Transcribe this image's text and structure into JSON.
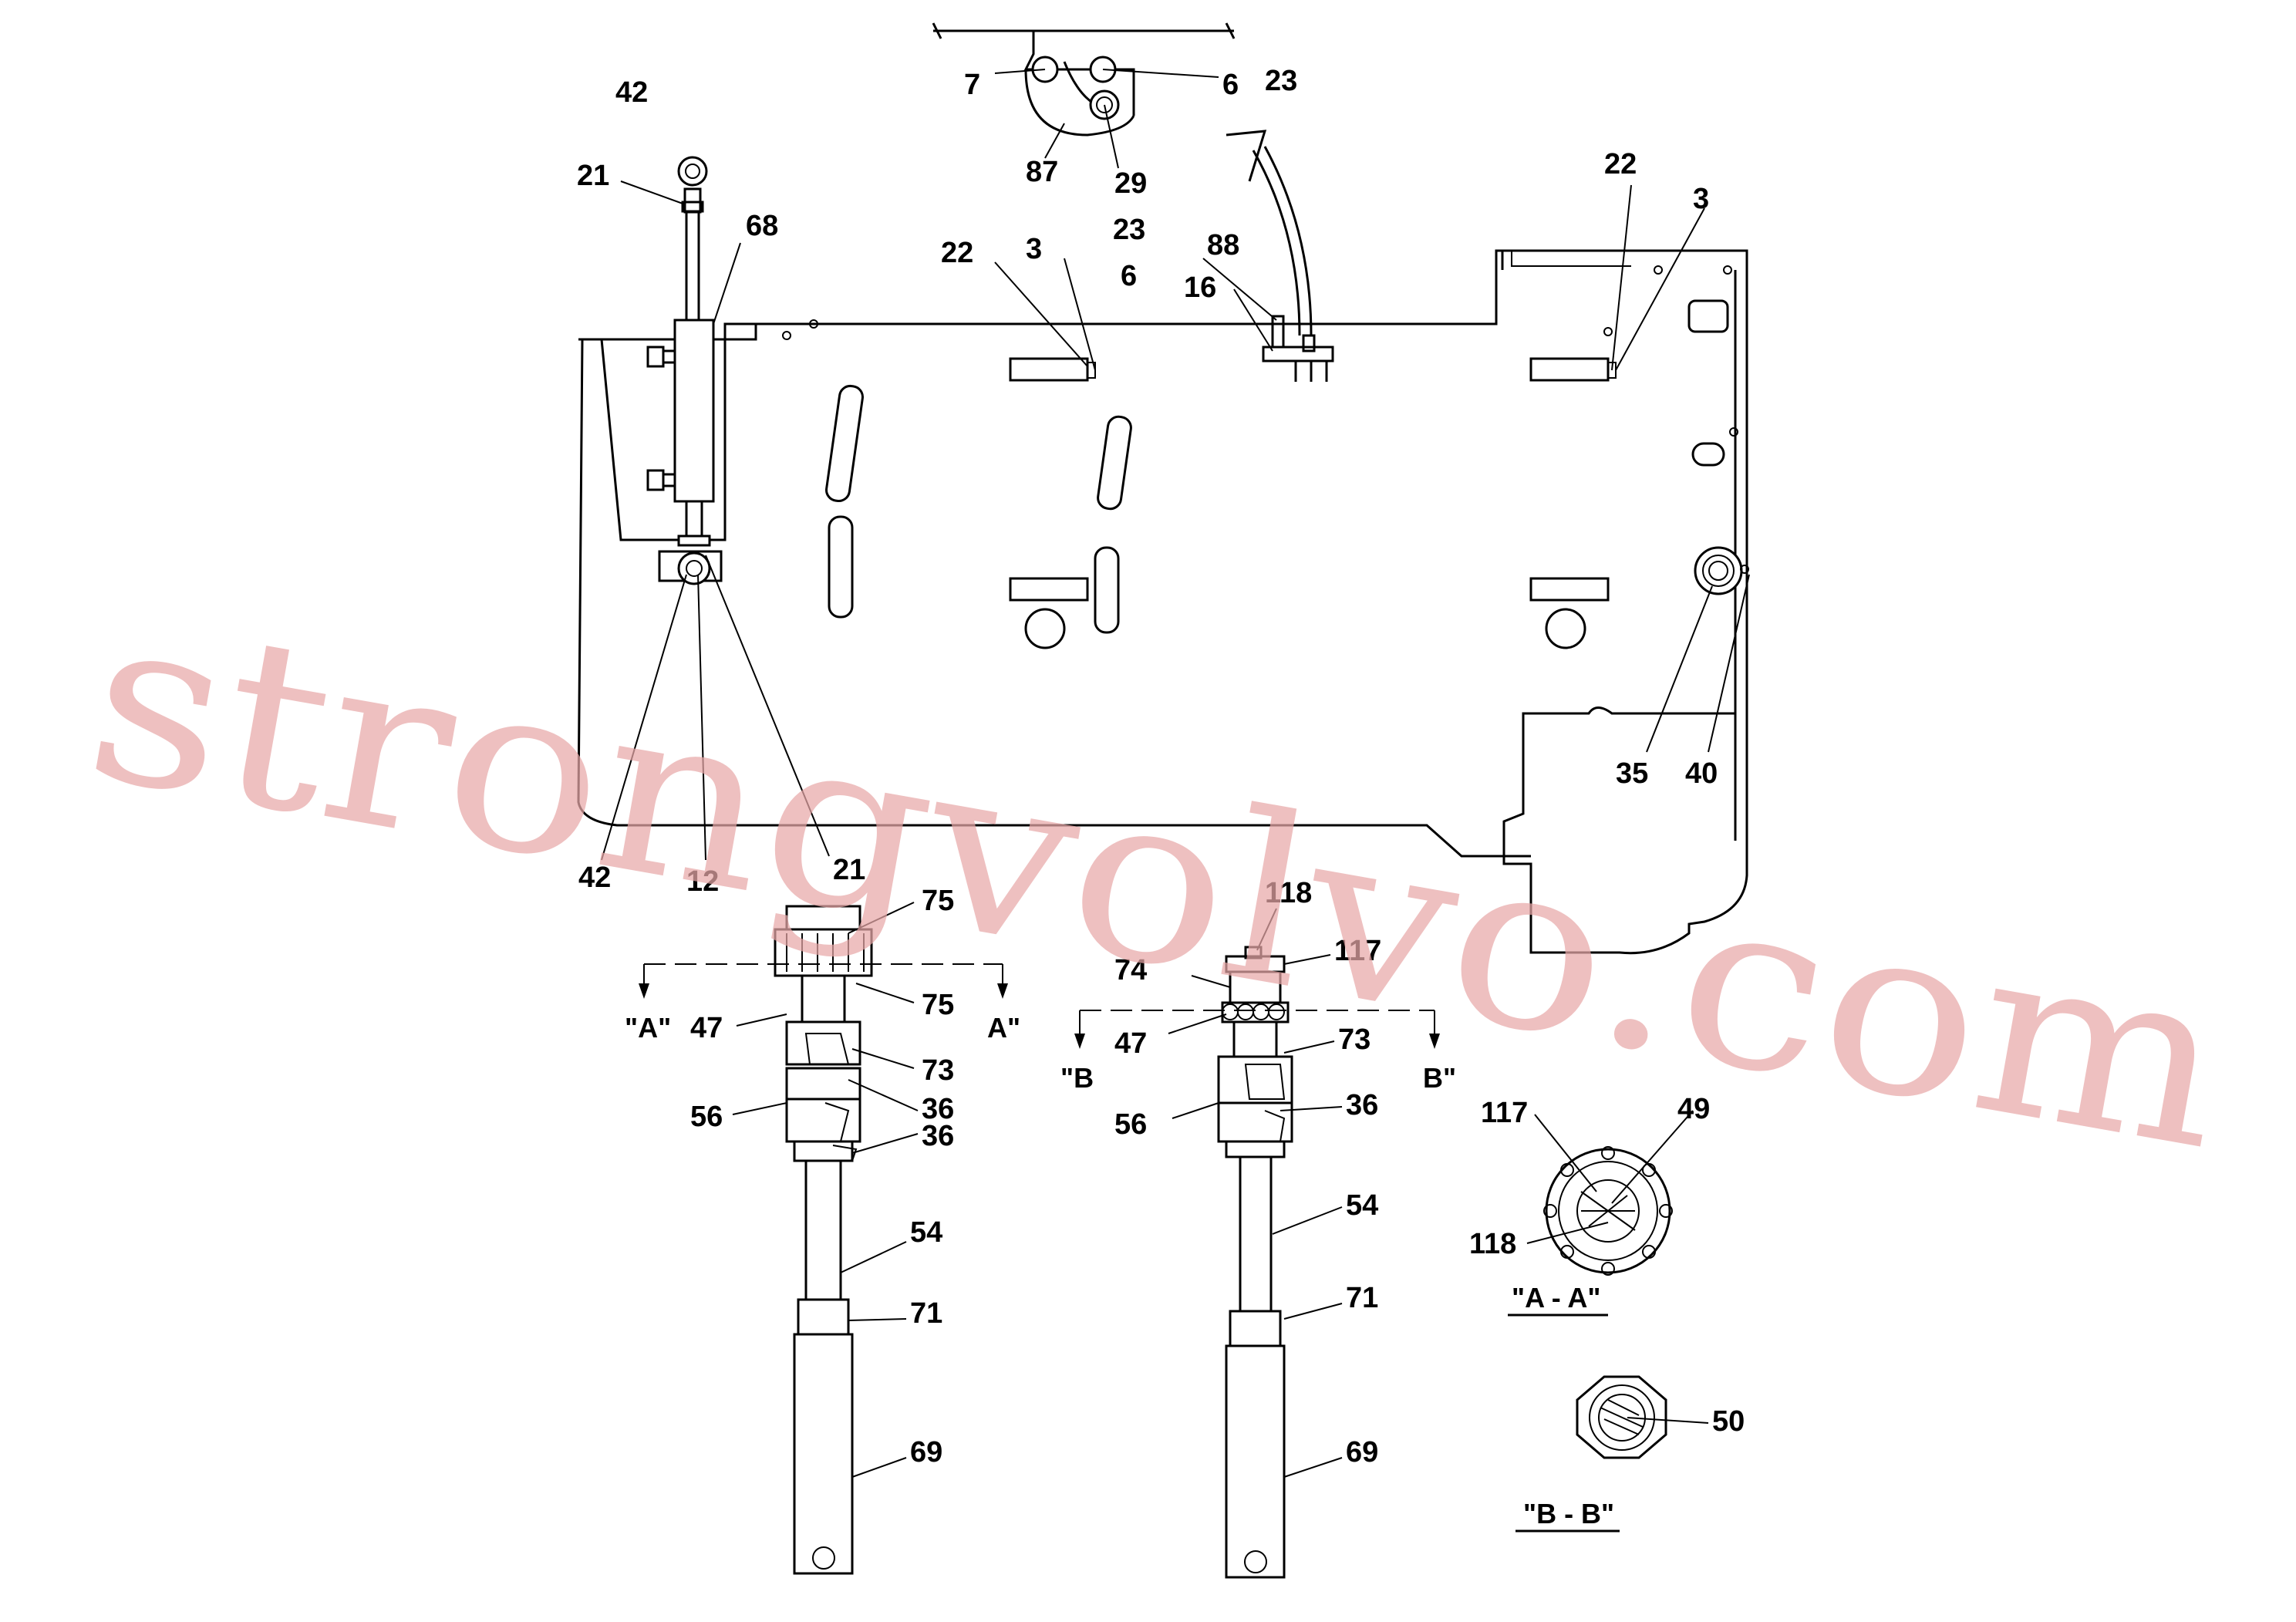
{
  "watermark": "strongvolvo.com",
  "labels": {
    "n42_top": "42",
    "n21_top": "21",
    "n68": "68",
    "n7": "7",
    "n6_top": "6",
    "n23_top": "23",
    "n87": "87",
    "n29": "29",
    "n23_mid": "23",
    "n6_mid": "6",
    "n22_left": "22",
    "n3_left": "3",
    "n88": "88",
    "n16": "16",
    "n22_right": "22",
    "n3_right": "3",
    "n35": "35",
    "n40": "40",
    "n42_bottom": "42",
    "n12": "12",
    "n21_bottom": "21",
    "n75_top": "75",
    "n75_bottom": "75",
    "n47_left": "47",
    "n73_left": "73",
    "n56_left": "56",
    "n36_left_a": "36",
    "n36_left_b": "36",
    "n54_left": "54",
    "n71_left": "71",
    "n69_left": "69",
    "n118_top": "118",
    "n117_top": "117",
    "n74": "74",
    "n47_right": "47",
    "n73_right": "73",
    "n56_right": "56",
    "n36_right": "36",
    "n54_right": "54",
    "n71_right": "71",
    "n69_right": "69",
    "n117_sec": "117",
    "n49": "49",
    "n118_sec": "118",
    "n50": "50"
  },
  "section_marks": {
    "a_left": "\"A\"",
    "a_right": "A\"",
    "b_left": "\"B",
    "b_right": "B\"",
    "a_title": "\"A - A\"",
    "b_title": "\"B - B\""
  }
}
